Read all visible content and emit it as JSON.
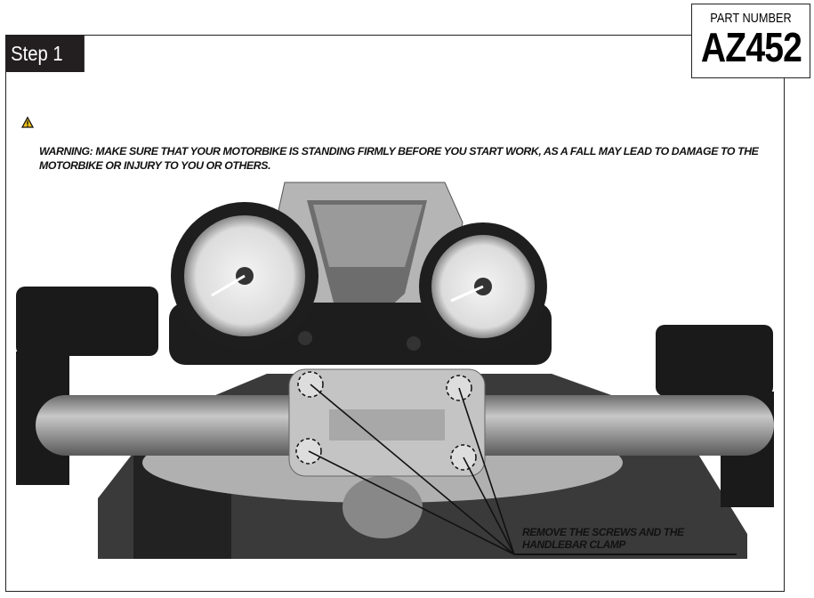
{
  "step": {
    "label": "Step 1"
  },
  "part_number": {
    "label": "PART NUMBER",
    "value": "AZ452"
  },
  "warning": {
    "icon": "warning-triangle-icon",
    "prefix": "WARNING:",
    "text": " MAKE SURE THAT YOUR MOTORBIKE IS STANDING FIRMLY BEFORE YOU START WORK, AS A FALL MAY LEAD TO DAMAGE TO THE MOTORBIKE OR INJURY TO YOU OR OTHERS."
  },
  "callout": {
    "line1": "REMOVE THE SCREWS AND THE",
    "line2": "HANDLEBAR CLAMP"
  }
}
